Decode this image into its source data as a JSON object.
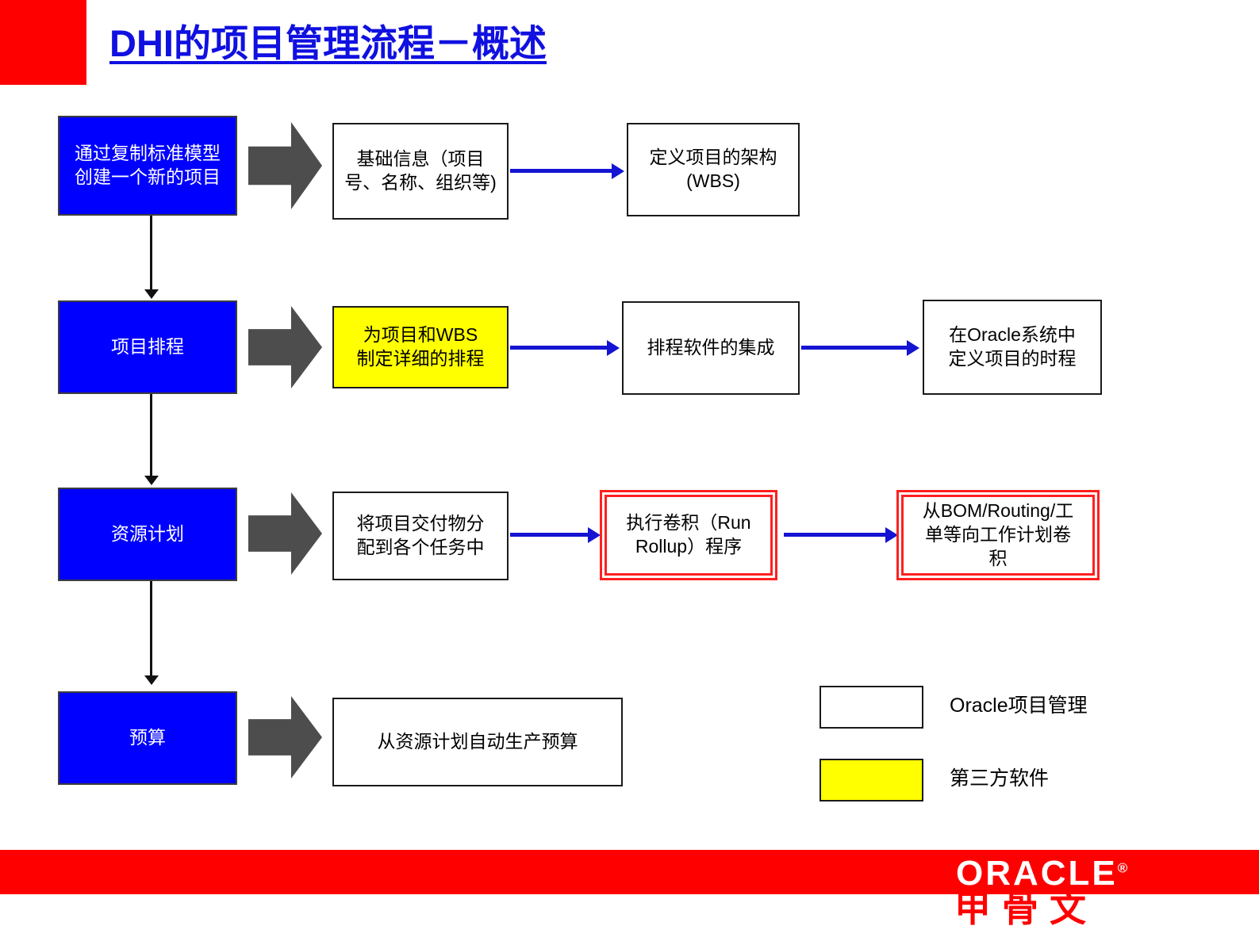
{
  "header": {
    "title": "DHI的项目管理流程－概述",
    "accent_color": "#ff0000",
    "title_color": "#1010e0"
  },
  "colors": {
    "stage_fill": "#0000ff",
    "third_party_fill": "#ffff00",
    "highlight_border": "#ff2020",
    "connector_blue": "#1414d2",
    "block_arrow_gray": "#4d4d4d",
    "brand_red": "#ff0000"
  },
  "rows": [
    {
      "stage": "通过复制标准模型创建一个新的项目",
      "steps": [
        "基础信息（项目号、名称、组织等)",
        "定义项目的架构\n(WBS)"
      ]
    },
    {
      "stage": "项目排程",
      "steps": [
        "为项目和WBS\n制定详细的排程",
        "排程软件的集成",
        "在Oracle系统中\n定义项目的时程"
      ]
    },
    {
      "stage": "资源计划",
      "steps": [
        "将项目交付物分\n配到各个任务中",
        "执行卷积（Run\nRollup）程序",
        "从BOM/Routing/工\n单等向工作计划卷\n积"
      ]
    },
    {
      "stage": "预算",
      "steps": [
        "从资源计划自动生产预算"
      ]
    }
  ],
  "legend": [
    {
      "label": "Oracle项目管理",
      "swatch": "white"
    },
    {
      "label": "第三方软件",
      "swatch": "yellow"
    }
  ],
  "footer": {
    "wordmark": "ORACLE",
    "trademark": "®",
    "chinese": "甲骨文"
  }
}
